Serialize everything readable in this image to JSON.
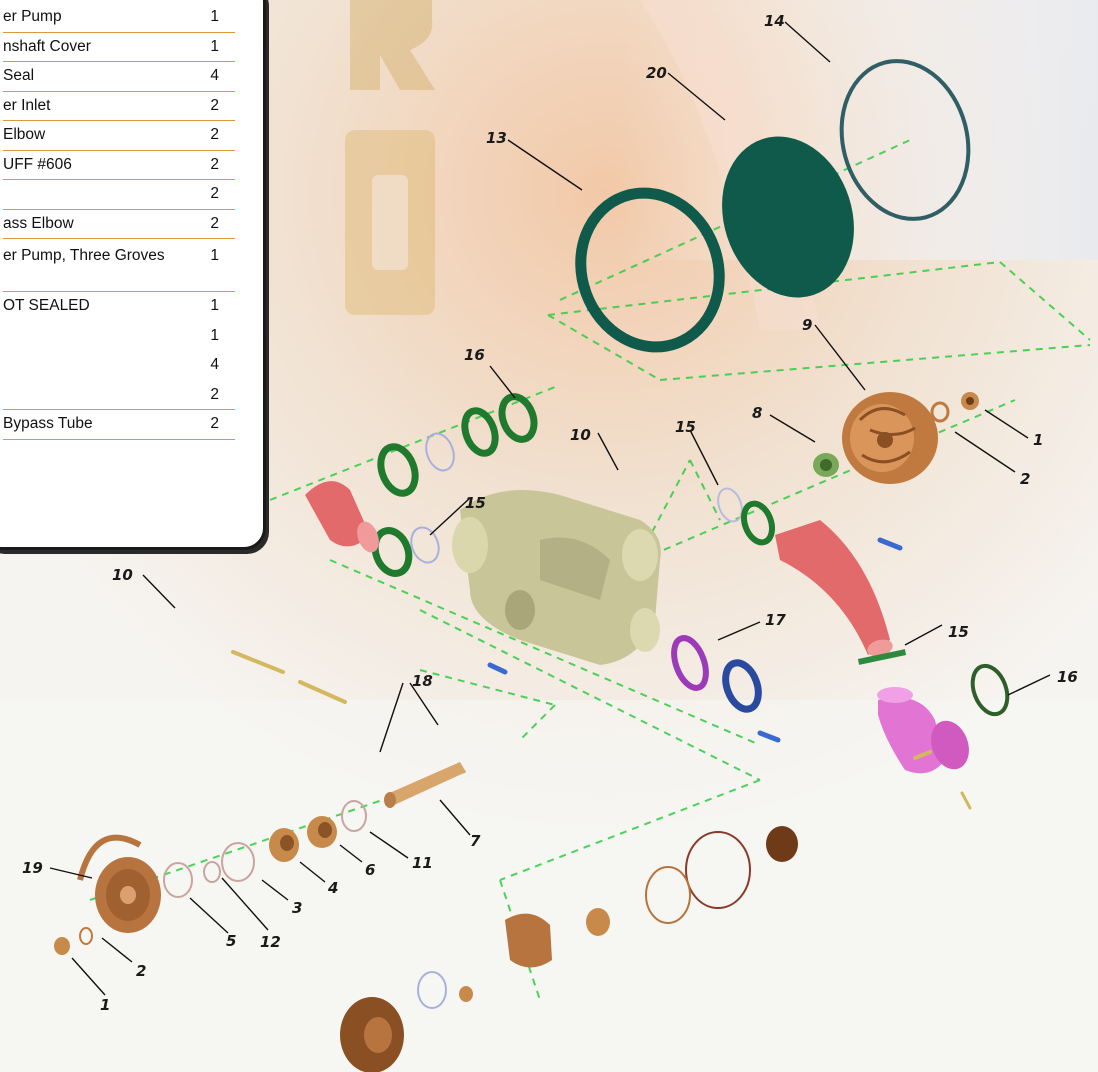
{
  "parts_table": {
    "rows": [
      {
        "desc": "er Pump",
        "qty": "1"
      },
      {
        "desc": "nshaft Cover",
        "qty": "1"
      },
      {
        "desc": " Seal",
        "qty": "4"
      },
      {
        "desc": "er Inlet",
        "qty": "2"
      },
      {
        "desc": " Elbow",
        "qty": "2"
      },
      {
        "desc": "UFF #606",
        "qty": "2"
      },
      {
        "desc": "",
        "qty": "2"
      },
      {
        "desc": "ass Elbow",
        "qty": "2"
      },
      {
        "desc": "er Pump, Three Groves",
        "qty": "1"
      },
      {
        "desc": "OT SEALED",
        "qty": "1"
      },
      {
        "desc": "",
        "qty": "1"
      },
      {
        "desc": "",
        "qty": "4"
      },
      {
        "desc": "",
        "qty": "2"
      },
      {
        "desc": " Bypass Tube",
        "qty": "2"
      }
    ]
  },
  "callouts": [
    "14",
    "20",
    "13",
    "9",
    "8",
    "1",
    "2",
    "16",
    "10",
    "15",
    "15",
    "17",
    "15",
    "16",
    "10",
    "18",
    "7",
    "11",
    "6",
    "4",
    "3",
    "12",
    "5",
    "19",
    "2",
    "1"
  ],
  "background_letters": [
    "R",
    "O"
  ],
  "colors": {
    "leader_line": "#2ecc40",
    "gasket_dark": "#0f5a4a",
    "gasket_green": "#1f7a2e",
    "impeller_bronze": "#b8743f",
    "pump_body": "#c9c59a",
    "hose_red": "#e06060",
    "elbow_pink": "#e070d0",
    "gasket_purple": "#9b3bb8",
    "gasket_blue": "#2a4aa0",
    "table_rule": "#d99a3a"
  }
}
